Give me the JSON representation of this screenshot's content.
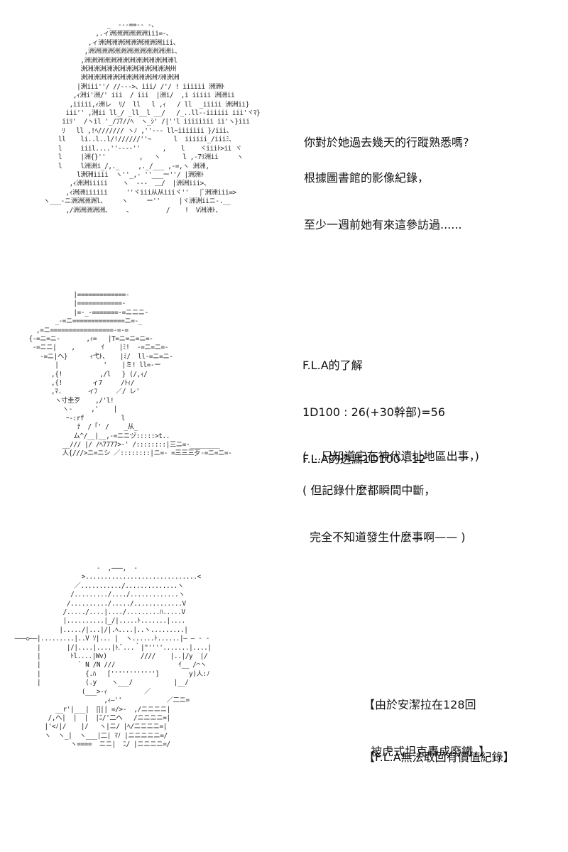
{
  "panels": [
    {
      "art": "                     _  ---==-- -、\n                  ,.ィ洲洲洲洲洲洲iii=-、\n                ,ィ洲洲洲洲洲洲洲洲洲洲iii、\n               ,洲洲洲洲洲洲洲洲洲洲洲洲洲i、\n              ,洲洲洲洲洲洲洲洲洲洲洲洲洲洲l\n              洲洲洲洲洲洲洲洲洲洲洲洲洲洲州\n              洲洲洲洲洲洲洲洲洲洲洲洲ｿ洲洲洲\n             |洲iii''/ //--->、iii/ /'/ ! iiiiii 洲洲ﾄ\n            ,ｨ洲i'洲/' iii  / iii  |洲i/  ,i iiiii 洲洲ii\n           ,iiiii,ｨ洲レ  ﾘ/  ll   l ,ｨ   / ll  _iiiii 洲洲ii}\n          iii'' ,洲ii ll_/ _ll__l __/   /_..ll--iiiiii iii'ヾﾏ}\n         iiﾘ'  /ヽil '_/ﾌ7//ﾍ  ヽ_ｼ' /|''l iiiiiiii ii'ヽ}iii\n         ﾘ   ll ,!ﾍ/////// ヽﾉ ,''--- ll~iiiiiii }/iii、\n        ll    li..l..l/!//////''~      l  iiiiii_/iiiﾐ、\n        l     iiil....''----''      ,    l    ヾiiiﾄ>ii ヾ\n        l     |洲{}''         ,   ヽ      l ,-7ﾘ洲ii     ヽ\n        l     l洲洲i_/,._     ,._/___ ,-=,ヽ 洲洲,\n             l洲洲iiii  ヽ''_,- ''___ー''/ |洲洲ﾄ\n           ,ｨ洲洲iiiii    ヽ  ---  ＿/  |洲洲iii>、\n          ,ｨ洲洲iiiiii     ''ヾiii从从iiiヾ''   |ﾞ洲洲iii=>\n    ヽ___-ニ洲洲洲洲l、    ヽ     ー''     |ヾ洲洲iiニ-.__\n          ,/洲洲洲洲洲、    、         /    !  V洲洲ﾄ、",
      "texts": [
        [
          "你對於她過去幾天的行蹤熟悉嗎?"
        ],
        [
          "根據圖書館的影像紀錄，",
          "至少一週前她有來這參訪過......"
        ]
      ]
    },
    {
      "art": "              |=============-\n              |============-\n              |=-_-=======-=ニニニ-\n         _-=ニ==============ニ=-_\n    ,=ニ=================-=-=\n  {-=ニ=ニ-       ,ｨ=   |T=ニ=ニ=ニ=-\n   -=ニニ|    ,       ｲ    |ﾐ!  -=ニ=ニ=-\n     -=ニ|ヘ}      ｨ弋ﾄ、   |ﾐ/  ll-=ニ=ニ-\n         |            '    |ミ! ll=-ー\n        ,{!          ,/l   } (/,ｨ/\n        ,{!        ィ7     /ﾄｨ/\n        ,ﾏ.       ィﾌ     ／/ レ'\n         ヽ寸圭歹    ,/'l!\n           ヽ-     ,'    |\n            ｰ-:rf          l\n               ﾅ  /「' /    _从_\n              ム^/__|__,-=ニニヅ:::::>t..\n           __/// |/ /ﾍ7777>-' /::::::::|三ニ=-________\n           人{///>ニ=ニシ ／::::::::|ニ=- =三三三歹-=ニ=ニ=-",
      "texts": [
        [
          "F.L.A的了解",
          "1D100 : 26(+30幹部)=56",
          "F.L.A的透漏1D100 : 12"
        ],
        [
          "( ...只知道它在神代遺址地區出事，)"
        ],
        [
          "( 但記錄什麼都瞬間中斷，",
          "  完全不知道發生什麼事啊—— )"
        ]
      ]
    },
    {
      "art": "                        -  ,———,  -\n                    >..............................<\n                  ／.........../..............ヽ\n                 /........./..../.............ヽ\n                /........../...../.............V\n               /...../....|..../.........ﾊ.....V\n               |..........|_/|.....ﾄ.......|....\n              |...../|...|/|.ﾍ....|..ヽ.........|\n  ———◇——|.........|..V ｿ|... |  ヽ......ﾄ......|— — ‐ ‐\n        |       |/|....|....|ﾄ.ﾞ...｀|\"''''.......|....|\n        |        ﾄl....|Wv)         ////    |..|/y  |/\n        |          ` N /N ///                 ｲ__ /⌒ヽ\n        |            {.ﾊ   ['''''''''''']        y)人:ﾉ\n        |            (.y    ヽ___/           |__/\n                    (___>-ｨ          ／\n                          ,ｨ—''            ／二ニ=\n             __r'|___|  ∏|| =/>-  ,/ニニニニ|\n           /,へ|  |  |  |ﾆ/'二へ   /ニニニニ=|\n          |'<ﾉ|/    |/   ヽ|ニ/ |ﾍ/ニニニニ=|\n          ヽ  ヽ_|  ヽ___|二| ﾏﾉ |ニニニニニ=/\n                 ヽ====  ニニ|  ﾆ/ |ニニニニ=/",
      "texts": [
        [
          "【由於安潔拉在128回",
          "  被虎式坦克轟成廢鐵，】"
        ],
        [
          "【F.L.A無法取回有價值紀錄】"
        ]
      ]
    }
  ]
}
